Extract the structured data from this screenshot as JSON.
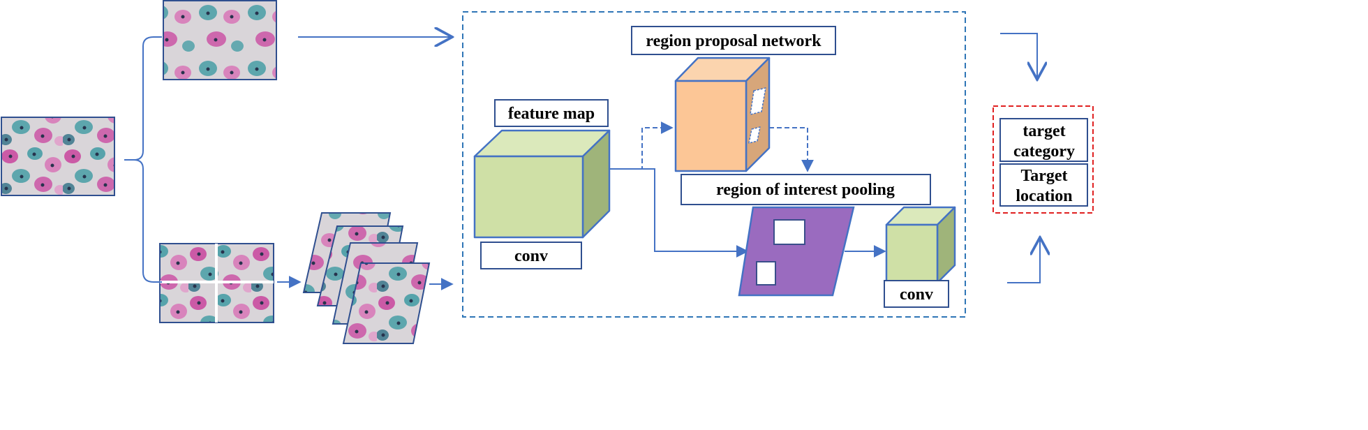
{
  "labels": {
    "rpn": "region proposal network",
    "feature_map": "feature map",
    "conv_main": "conv",
    "roi_pooling": "region of interest pooling",
    "conv_small": "conv",
    "output_line1": "target",
    "output_line2": "category",
    "output_line3": "Target",
    "output_line4": "location"
  },
  "colors": {
    "line_blue": "#4472c4",
    "output_dash_red": "#e02020",
    "cube_green_front": "#cfe0a6",
    "cube_green_top": "#dbe9bb",
    "cube_green_side": "#9fb47a",
    "cube_orange_front": "#fcc696",
    "cube_orange_top": "#fbd4ae",
    "cube_orange_side": "#d7a67a",
    "roi_purple": "#9a6bbf",
    "slide_bg": "#d9d5d9",
    "cell_pink": "#c9449e",
    "cell_teal": "#3f9aa3",
    "cell_nucleus": "#27334d"
  }
}
